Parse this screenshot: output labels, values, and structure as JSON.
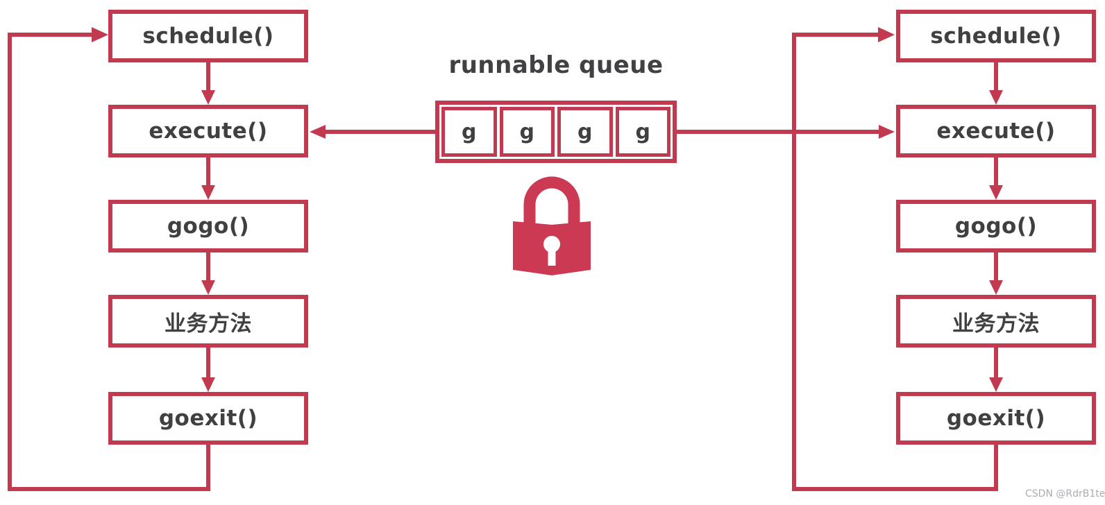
{
  "diagram": {
    "title": "runnable queue",
    "watermark": "CSDN @RdrB1te",
    "colors": {
      "line_red": "#c23a4f",
      "lock_red": "#cb3a52",
      "text_dark": "#404042",
      "watermark_gray": "#a9adb3"
    },
    "left_flow": {
      "boxes": [
        {
          "label": "schedule()"
        },
        {
          "label": "execute()"
        },
        {
          "label": "gogo()"
        },
        {
          "label": "业务方法"
        },
        {
          "label": "goexit()"
        }
      ]
    },
    "right_flow": {
      "boxes": [
        {
          "label": "schedule()"
        },
        {
          "label": "execute()"
        },
        {
          "label": "gogo()"
        },
        {
          "label": "业务方法"
        },
        {
          "label": "goexit()"
        }
      ]
    },
    "queue": {
      "cells": [
        "g",
        "g",
        "g",
        "g"
      ]
    },
    "icons": {
      "lock": "lock-icon"
    }
  }
}
